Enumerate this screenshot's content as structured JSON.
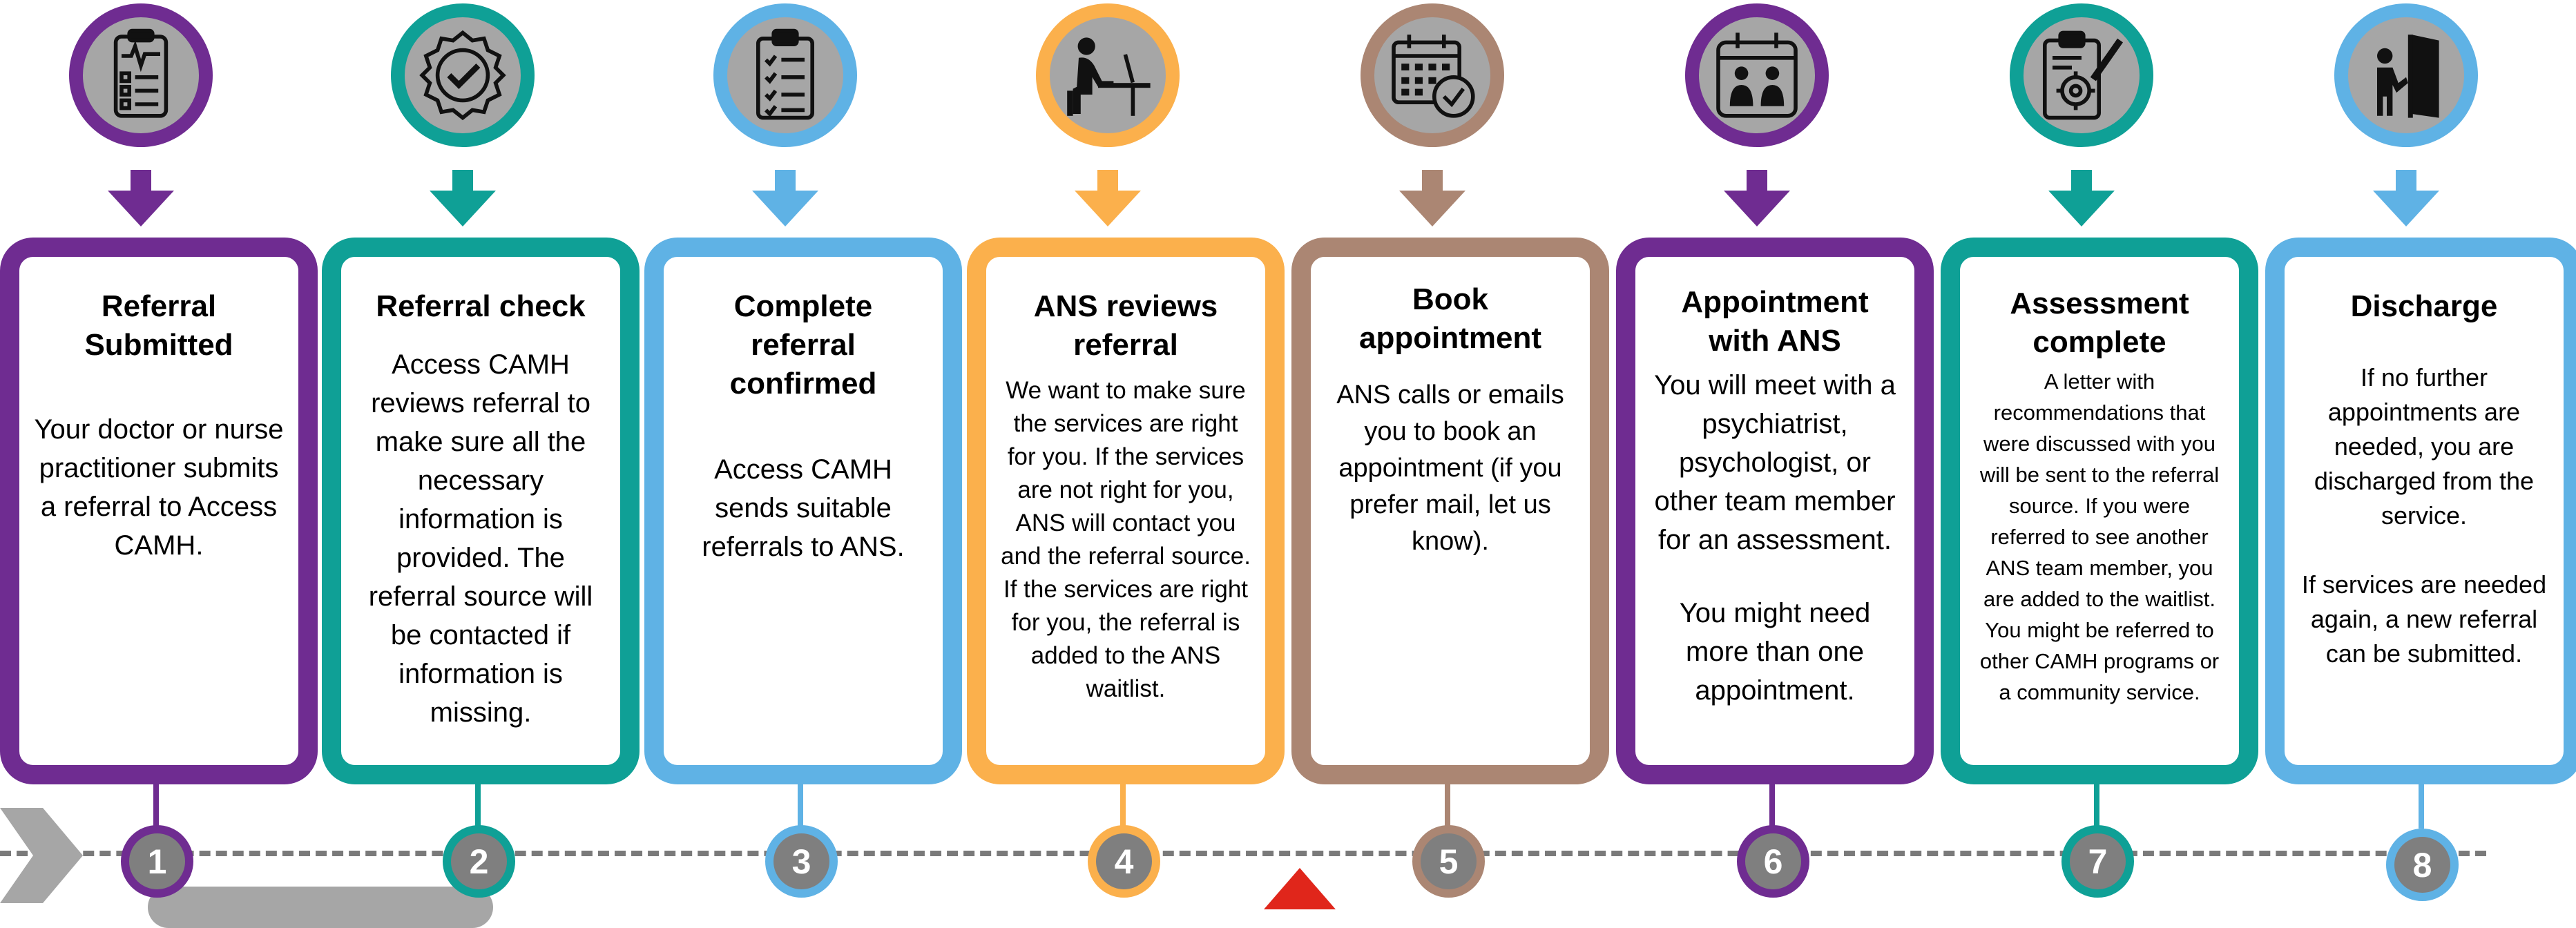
{
  "colors": {
    "purple": "#6f2c91",
    "teal": "#0fa096",
    "blue": "#5fb2e5",
    "orange": "#fbb04c",
    "brown": "#ab8673",
    "grey": "#a6a6a6",
    "timeline": "#7a7a7a",
    "red": "#e0261b"
  },
  "steps": [
    {
      "number": "1",
      "icon": "clipboard-checklist-icon",
      "title": "Referral Submitted",
      "body": [
        "Your doctor or nurse practitioner submits a referral to Access CAMH."
      ]
    },
    {
      "number": "2",
      "icon": "verified-badge-icon",
      "title": "Referral check",
      "body": [
        "Access CAMH reviews referral to make sure all the necessary information is provided. The referral source will be contacted if information is missing."
      ]
    },
    {
      "number": "3",
      "icon": "clipboard-list-icon",
      "title": "Complete referral confirmed",
      "body": [
        "Access CAMH sends suitable referrals to ANS."
      ]
    },
    {
      "number": "4",
      "icon": "person-at-desk-icon",
      "title": "ANS reviews referral",
      "body": [
        "We want to make sure the services are right for you. If the services are not right for you, ANS will contact you and the referral source. If the services are right for you, the referral is added to the ANS waitlist."
      ]
    },
    {
      "number": "5",
      "icon": "calendar-check-icon",
      "title": "Book appointment",
      "body": [
        "ANS calls or emails you to book an appointment (if you prefer mail, let us know)."
      ]
    },
    {
      "number": "6",
      "icon": "calendar-meeting-icon",
      "title": "Appointment with ANS",
      "body": [
        "You will meet with a psychiatrist, psychologist, or other team member for an assessment.",
        "You might need more than one appointment."
      ]
    },
    {
      "number": "7",
      "icon": "clipboard-gear-icon",
      "title": "Assessment complete",
      "body": [
        "A letter with recommendations that were discussed with you will be sent to the referral source. If you were referred to see another ANS team member, you are added to the waitlist. You might be referred to other CAMH programs or a community service."
      ]
    },
    {
      "number": "8",
      "icon": "exit-door-icon",
      "title": "Discharge",
      "body": [
        "If no further appointments are needed, you are discharged from the service.",
        "If services are needed again, a new referral can be submitted."
      ]
    }
  ]
}
